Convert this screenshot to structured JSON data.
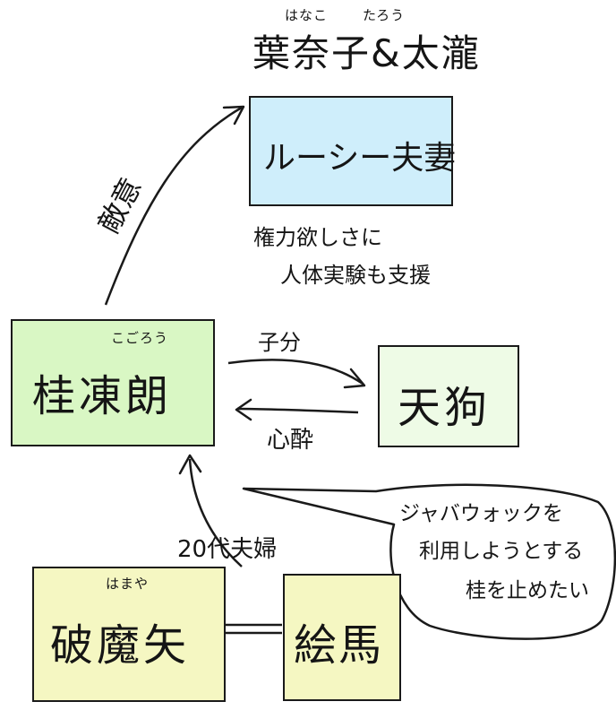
{
  "top": {
    "furigana_hanako": "はなこ",
    "furigana_taro": "たろう",
    "names": "葉奈子&太瀧",
    "box_label": "ルーシー夫妻",
    "note_line1": "権力欲しさに",
    "note_line2": "人体実験も支援"
  },
  "katsura": {
    "furigana": "こごろう",
    "label": "桂凍朗"
  },
  "tengu": {
    "label": "天狗"
  },
  "hamaya": {
    "furigana": "はまや",
    "label": "破魔矢"
  },
  "ema": {
    "label": "絵馬"
  },
  "edges": {
    "hostility": "敵意",
    "henchman": "子分",
    "devotion": "心酔",
    "age20s": "20代夫婦"
  },
  "bubble": {
    "line1": "ジャバウォックを",
    "line2": "利用しようとする",
    "line3": "桂を止めたい"
  },
  "colors": {
    "blue_box": "#cfeefb",
    "green_box": "#d9f7c4",
    "pale_green_box": "#eefbe6",
    "yellow_box": "#f5f7c2"
  }
}
